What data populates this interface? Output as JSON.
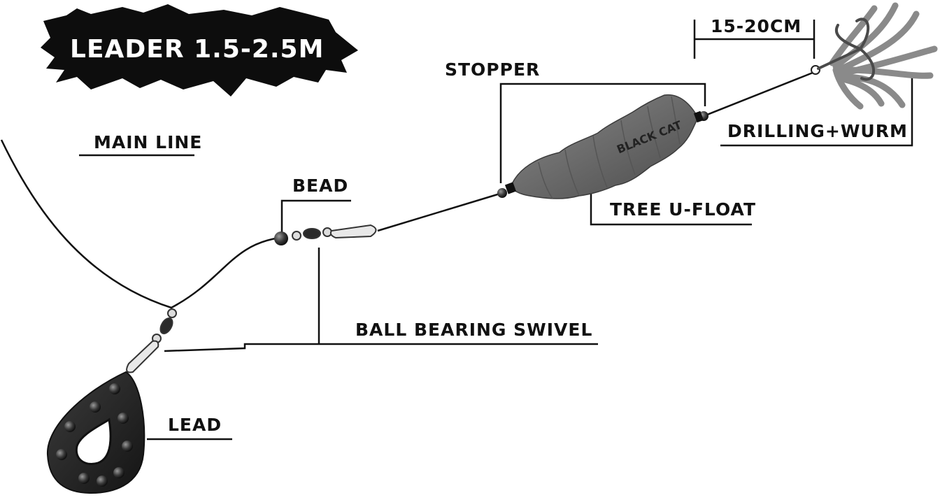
{
  "banner": {
    "title": "LEADER 1.5-2.5M"
  },
  "labels": {
    "main_line": "MAIN LINE",
    "bead": "BEAD",
    "stopper": "STOPPER",
    "tree_u_float": "TREE U-FLOAT",
    "drilling_wurm": "DRILLING+WURM",
    "distance": "15-20CM",
    "ball_bearing_swivel": "BALL BEARING SWIVEL",
    "lead": "LEAD"
  },
  "float_logo": "BLACK CAT",
  "colors": {
    "banner_bg": "#0d0d0d",
    "float_body": "#6f6f6f",
    "lead_body": "#262626",
    "worm": "#8a8a8a",
    "line": "#111111"
  }
}
